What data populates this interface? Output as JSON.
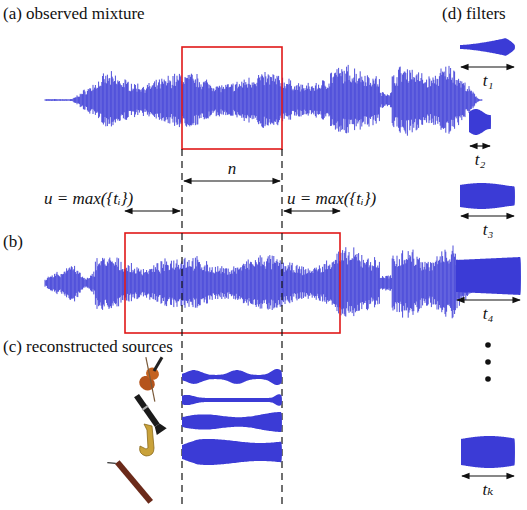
{
  "diagram": {
    "labels": [
      "(a) observed mixture",
      "(d) filters",
      "n",
      "u = max({tᵢ})",
      "u = max({tᵢ})",
      "(b)",
      "(c) reconstructed sources",
      "t₁",
      "t₂",
      "t₃",
      "t₄",
      "tₖ"
    ]
  }
}
